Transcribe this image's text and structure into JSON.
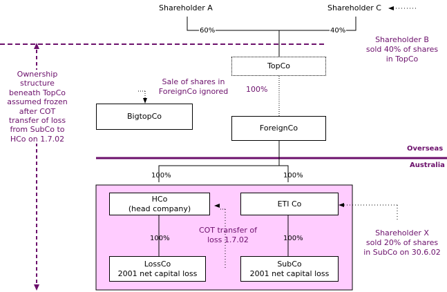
{
  "shareholders": {
    "a": "Shareholder A",
    "c": "Shareholder C",
    "a_pct": "60%",
    "c_pct": "40%"
  },
  "notes": {
    "shareholder_b": [
      "Shareholder B",
      "sold 40% of shares",
      "in TopCo"
    ],
    "ownership": [
      "Ownership",
      "structure",
      "beneath TopCo",
      "assumed frozen",
      "after COT",
      "transfer of loss",
      "from SubCo to",
      "HCo on 1.7.02"
    ],
    "sale_foreignco": [
      "Sale of shares in",
      "ForeignCo ignored"
    ],
    "cot_transfer": [
      "COT transfer of",
      "loss 1.7.02"
    ],
    "shareholder_x": [
      "Shareholder X",
      "sold 20% of shares",
      "in SubCo on 30.6.02"
    ]
  },
  "companies": {
    "topco": "TopCo",
    "bigtopco": "BigtopCo",
    "foreignco": "ForeignCo",
    "hco": [
      "HCo",
      "(head company)"
    ],
    "eti": "ETI Co",
    "lossco": [
      "LossCo",
      "2001 net capital loss"
    ],
    "subco": [
      "SubCo",
      "2001 net capital loss"
    ]
  },
  "percentages": {
    "topco_foreignco": "100%",
    "to_hco": "100%",
    "to_eti": "100%",
    "hco_lossco": "100%",
    "eti_subco": "100%"
  },
  "regions": {
    "overseas": "Overseas",
    "australia": "Australia"
  },
  "colors": {
    "purple": "#6b0f6b",
    "group_fill": "#ffccff"
  }
}
